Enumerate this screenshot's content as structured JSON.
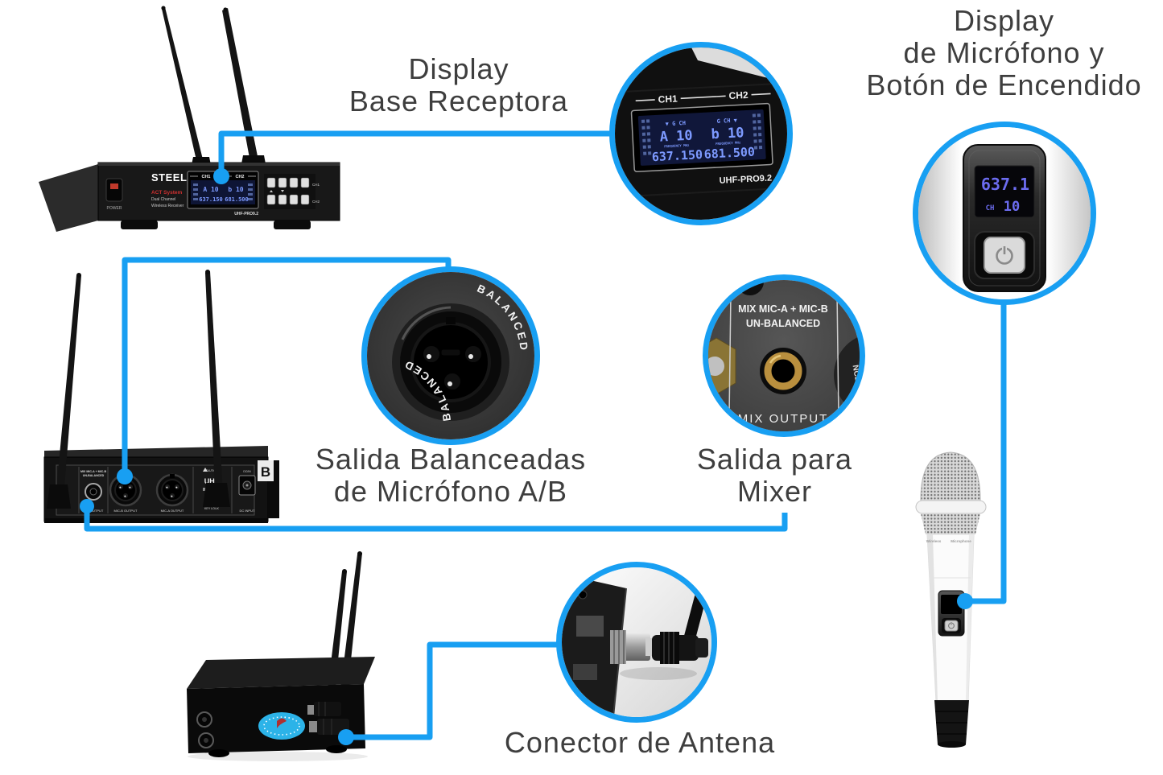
{
  "accent_color": "#189ff2",
  "callouts": {
    "base_display": {
      "lines": [
        "Display",
        "Base Receptora"
      ]
    },
    "mic_display": {
      "lines": [
        "Display",
        "de Micrófono y",
        "Botón de Encendido"
      ]
    },
    "balanced_out": {
      "lines": [
        "Salida Balanceadas",
        "de Micrófono A/B"
      ]
    },
    "mixer_out": {
      "lines": [
        "Salida para",
        "Mixer"
      ]
    },
    "antenna": {
      "lines": [
        "Conector de Antena"
      ]
    }
  },
  "receiver_front": {
    "brand": "STEELPRO™",
    "tagline1": "ACT System",
    "tagline2": "Dual Channel",
    "tagline3": "Wireless Receiver",
    "power": "POWER",
    "ch1": "CH1",
    "ch2": "CH2",
    "lcd_chan_a": "A 10",
    "lcd_chan_b": "b 10",
    "lcd_freq_a": "637.150",
    "lcd_freq_b": "681.500",
    "model": "UHF-PRO9.2",
    "btn_ch1": "CH1",
    "btn_ch2": "CH2"
  },
  "display_closeup": {
    "ch1": "CH1",
    "ch2": "CH2",
    "icons_a": "▼ G CH",
    "icons_b": "G CH ▼",
    "chan_a": "A 10",
    "chan_b": "b 10",
    "freq_label_a": "FREQUENCY        MHz",
    "freq_label_b": "FREQUENCY        MHz",
    "freq_a": "637.150",
    "freq_b": "681.500",
    "model": "UHF-PRO9.2"
  },
  "mic_display_closeup": {
    "freq": "637.1",
    "ch_icon": "CH",
    "ch": "10"
  },
  "xlr_closeup": {
    "label_top": "BALANCED",
    "label_bottom": "BALANCED"
  },
  "mix_closeup": {
    "line1": "MIX MIC-A + MIC-B",
    "line2": "UN-BALANCED",
    "output": "MIX OUTPUT",
    "partial": "NCED"
  },
  "rear_panel": {
    "mix_l1": "MIX MIC-A + MIC-B",
    "mix_l2": "UN-BALANCED",
    "mix_out": "MIX OUTPUT",
    "mic_b": "MIC-B OUTPUT",
    "mic_a": "MIC-A OUTPUT",
    "caution": "CAUTION",
    "uhf": "UHF",
    "key_lock": "KEY LOCK",
    "dc_in": "DC/IN",
    "dc_input": "DC INPUT",
    "badge": "B"
  },
  "mic": {
    "label1": "Wireless",
    "label2": "Microphone"
  }
}
